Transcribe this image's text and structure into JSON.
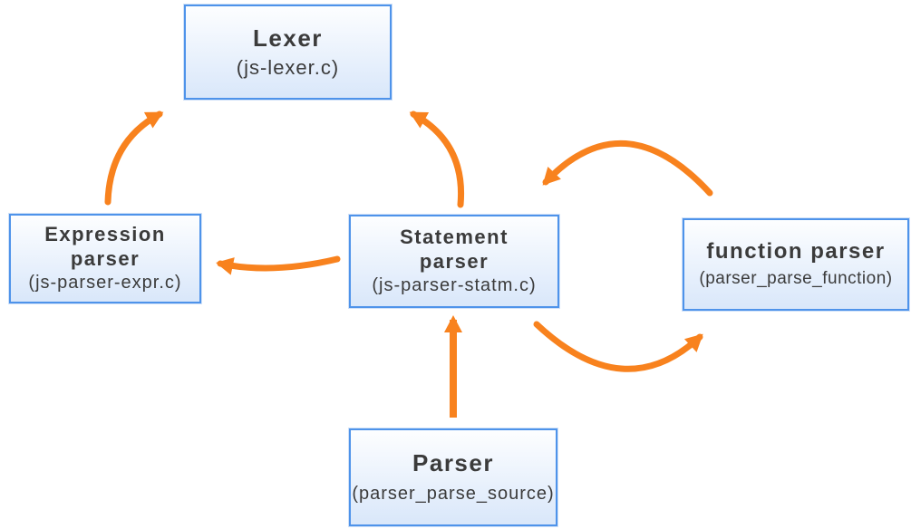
{
  "diagram": {
    "type": "flow-diagram",
    "topic": "JavaScript parser architecture"
  },
  "colors": {
    "box_border": "#4e93ea",
    "box_fill_top": "#fdfeff",
    "box_fill_bottom": "#d9e7fa",
    "arrow": "#f8821e",
    "text": "#3b3b3b",
    "background": "#ffffff"
  },
  "nodes": [
    {
      "id": "lexer",
      "title": "Lexer",
      "subtitle": "(js-lexer.c)"
    },
    {
      "id": "expression-parser",
      "title": "Expression parser",
      "subtitle": "(js-parser-expr.c)"
    },
    {
      "id": "statement-parser",
      "title": "Statement parser",
      "subtitle": "(js-parser-statm.c)"
    },
    {
      "id": "function-parser",
      "title": "function parser",
      "subtitle": "(parser_parse_function)"
    },
    {
      "id": "parser",
      "title": "Parser",
      "subtitle": "(parser_parse_source)"
    }
  ],
  "edges": [
    {
      "id": "expression-to-lexer",
      "from": "expression-parser",
      "to": "lexer"
    },
    {
      "id": "statement-to-lexer",
      "from": "statement-parser",
      "to": "lexer"
    },
    {
      "id": "statement-to-expression",
      "from": "statement-parser",
      "to": "expression-parser"
    },
    {
      "id": "function-to-statement",
      "from": "function-parser",
      "to": "statement-parser"
    },
    {
      "id": "statement-to-function",
      "from": "statement-parser",
      "to": "function-parser"
    },
    {
      "id": "parser-to-statement",
      "from": "parser",
      "to": "statement-parser"
    }
  ]
}
